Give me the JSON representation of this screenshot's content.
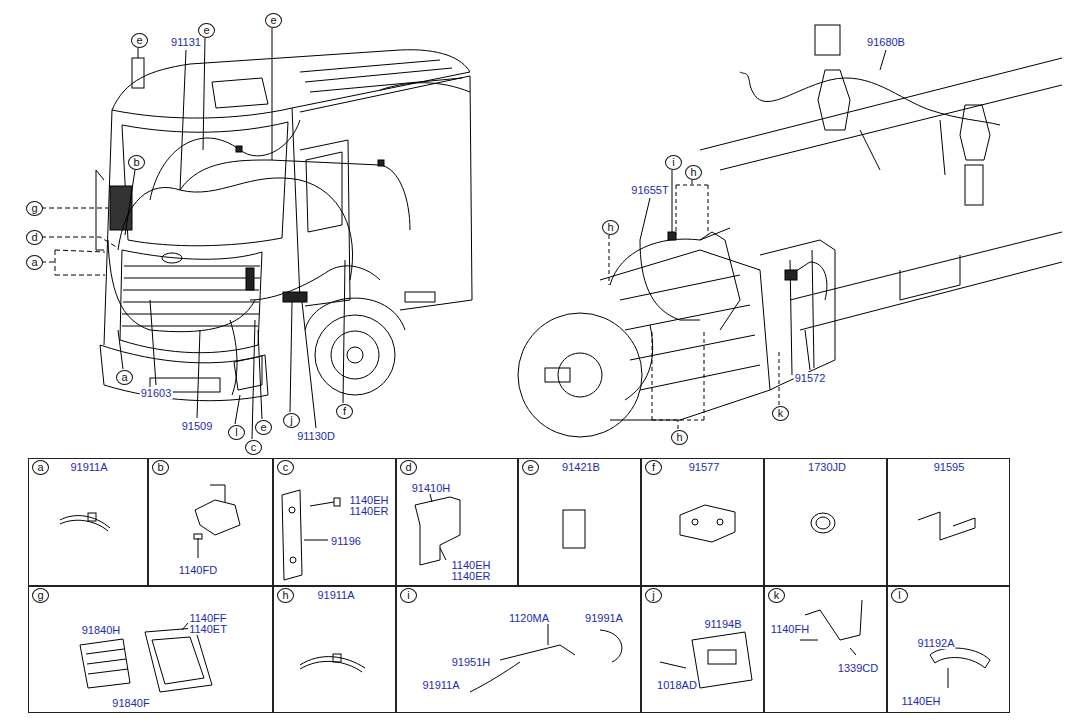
{
  "diagram": {
    "nodes": [
      {
        "text": [
          "e"
        ]
      },
      {
        "text": [
          "e"
        ]
      },
      {
        "text": [
          "e"
        ]
      },
      {
        "text": [
          "b"
        ]
      },
      {
        "text": [
          "i"
        ]
      },
      {
        "text": [
          "h"
        ]
      },
      {
        "text": [
          "g"
        ]
      },
      {
        "text": [
          "h"
        ]
      },
      {
        "text": [
          "d"
        ]
      },
      {
        "text": [
          "a"
        ]
      },
      {
        "text": [
          "a"
        ]
      },
      {
        "text": [
          "k"
        ]
      },
      {
        "text": [
          "f"
        ]
      },
      {
        "text": [
          "j"
        ]
      },
      {
        "text": [
          "e"
        ]
      },
      {
        "text": [
          "l"
        ]
      },
      {
        "text": [
          "h"
        ]
      },
      {
        "text": [
          "c"
        ]
      },
      {
        "text": [
          "91911A"
        ]
      },
      {
        "text": [
          "a"
        ],
        "in": 18
      },
      {
        "text": [
          "1140FD"
        ]
      },
      {
        "text": [
          "b"
        ],
        "in": 20
      },
      {
        "text": [
          "1140EH",
          "1140ER",
          "91196"
        ]
      },
      {
        "text": [
          "c"
        ],
        "in": 22
      },
      {
        "text": [
          "91410H",
          "1140EH",
          "1140ER"
        ]
      },
      {
        "text": [
          "d"
        ],
        "in": 24
      },
      {
        "text": [
          "91421B"
        ]
      },
      {
        "text": [
          "e"
        ],
        "in": 26
      },
      {
        "text": [
          "91577"
        ]
      },
      {
        "text": [
          "f"
        ],
        "in": 28
      },
      {
        "text": [
          "1730JD"
        ]
      },
      {
        "text": [
          "91595"
        ]
      },
      {
        "text": [
          "91840H",
          "1140FF",
          "1140ET",
          "91840F"
        ]
      },
      {
        "text": [
          "g"
        ],
        "in": 32
      },
      {
        "text": [
          "91911A"
        ]
      },
      {
        "text": [
          "h"
        ],
        "in": 34
      },
      {
        "text": [
          "1120MA",
          "91991A",
          "91951H",
          "91911A"
        ]
      },
      {
        "text": [
          "i"
        ],
        "in": 36
      },
      {
        "text": [
          "91194B",
          "1018AD"
        ]
      },
      {
        "text": [
          "j"
        ],
        "in": 38
      },
      {
        "text": [
          "1140FH",
          "1339CD"
        ]
      },
      {
        "text": [
          "k"
        ],
        "in": 40
      },
      {
        "text": [
          "91192A",
          "1140EH"
        ]
      },
      {
        "text": [
          "l"
        ],
        "in": 42
      }
    ],
    "labels": [
      "91131",
      "91603",
      "91509",
      "91130D",
      "91680B",
      "91655T",
      "91572"
    ]
  }
}
